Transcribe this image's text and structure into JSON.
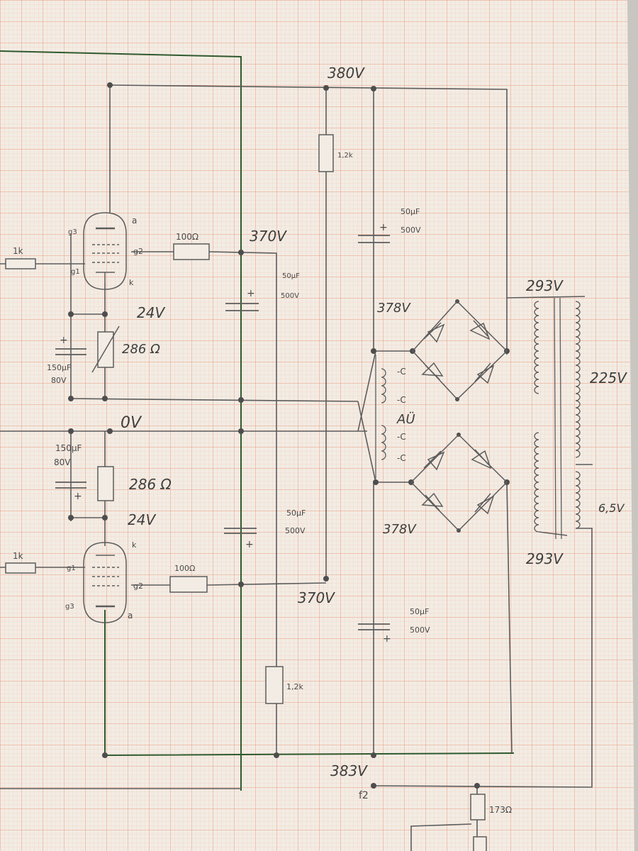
{
  "labels": {
    "v380": "380V",
    "r_top_right": "1,2k",
    "cap_top_right_value": "50µF",
    "cap_top_right_voltage": "500V",
    "r_grid_top": "100Ω",
    "v370_top": "370V",
    "tube_top_a": "a",
    "tube_top_g2": "g2",
    "tube_top_g1": "g1",
    "tube_top_g3": "g3",
    "tube_top_k": "k",
    "r_input_top": "1k",
    "cap_mid_top_value": "50µF",
    "cap_mid_top_voltage": "500V",
    "v24_top": "24V",
    "r_cathode_top": "286 Ω",
    "cap_cathode_top_value": "150µF",
    "cap_cathode_top_voltage": "80V",
    "v293_top": "293V",
    "v378_top": "378V",
    "v225": "225V",
    "ov": "0V",
    "au": "AÜ",
    "cap_cathode_bot_value": "150µF",
    "cap_cathode_bot_voltage": "80V",
    "r_cathode_bot": "286 Ω",
    "v24_bot": "24V",
    "tube_bot_k": "k",
    "r_input_bot": "1k",
    "tube_bot_g1": "g1",
    "tube_bot_g2": "g2",
    "tube_bot_g3": "g3",
    "tube_bot_a": "a",
    "r_grid_bot": "100Ω",
    "cap_mid_bot_value": "50µF",
    "cap_mid_bot_voltage": "500V",
    "v378_bot": "378V",
    "v6_5": "6,5V",
    "v293_bot": "293V",
    "v370_bot": "370V",
    "cap_bot_right_value": "50µF",
    "cap_bot_right_voltage": "500V",
    "r_bottom_mid": "1,2k",
    "v383": "383V",
    "f2": "f2",
    "r_bottom_right": "173Ω"
  },
  "colors": {
    "paper": "#f2ece4",
    "grid_fine": "#f4c7b3",
    "grid_major": "#ec9a7c",
    "pencil": "#5c5c5c",
    "green_wire": "#2f5a2e"
  }
}
